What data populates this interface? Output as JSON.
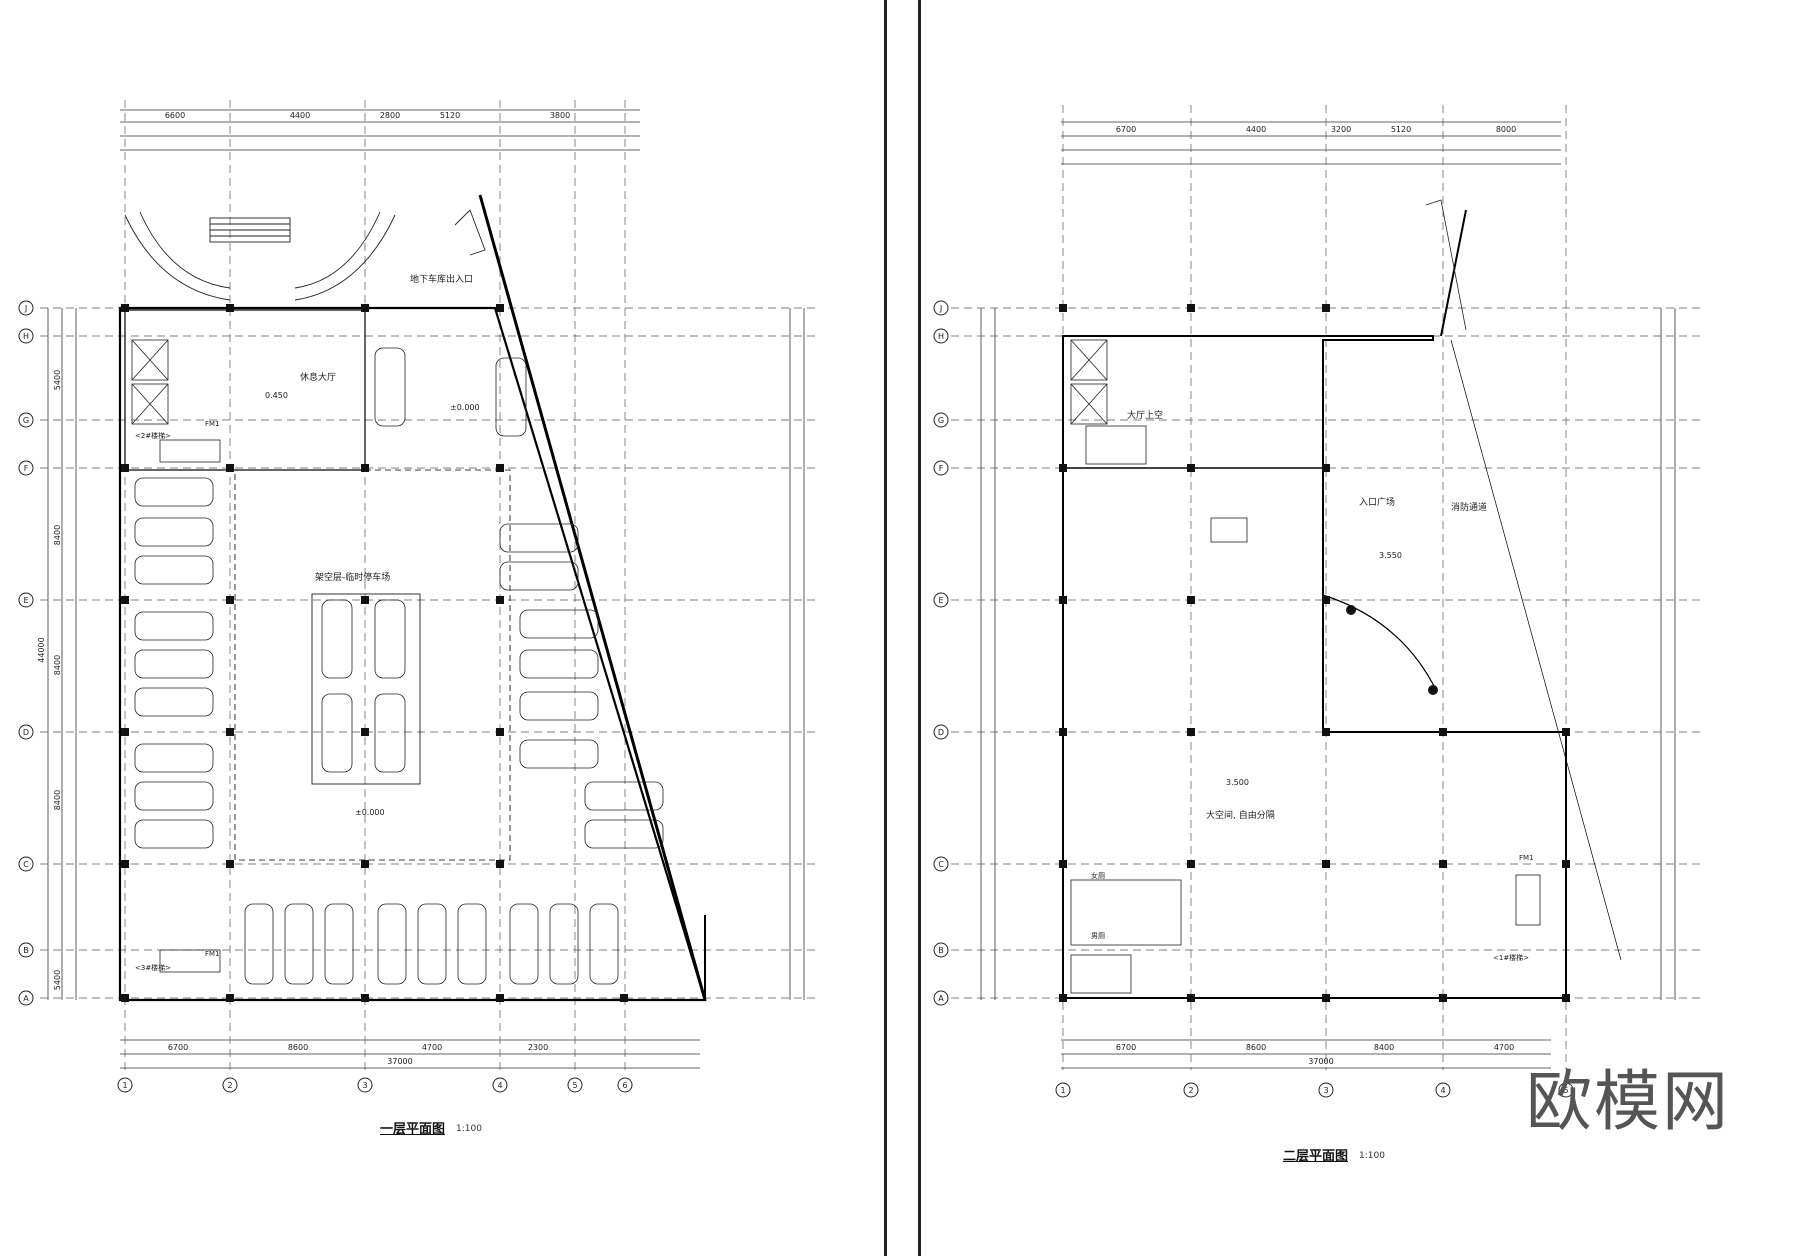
{
  "left_plan": {
    "title": "一层平面图",
    "scale": "1:100",
    "grid_x": [
      "1",
      "2",
      "3",
      "4",
      "5",
      "6"
    ],
    "grid_y": [
      "A",
      "B",
      "C",
      "D",
      "E",
      "F",
      "G",
      "H",
      "J"
    ],
    "dims_top": [
      "6600",
      "4400",
      "2800",
      "5120",
      "3800"
    ],
    "dims_bottom": [
      "6700",
      "8600",
      "4700",
      "2300",
      "37000"
    ],
    "dims_left": [
      "5400",
      "8400",
      "8400",
      "8400",
      "5400",
      "44000"
    ],
    "labels": {
      "lobby": "休息大厅",
      "parking": "架空层-临时停车场",
      "entrance": "地下车库出入口",
      "elevation_1": "±0.000",
      "elevation_2": "0.450",
      "stair_2": "<2#楼梯>",
      "stair_3": "<3#楼梯>",
      "door": "FM1"
    }
  },
  "right_plan": {
    "title": "二层平面图",
    "scale": "1:100",
    "grid_x": [
      "1",
      "2",
      "3",
      "4",
      "5"
    ],
    "grid_y": [
      "A",
      "B",
      "C",
      "D",
      "E",
      "F",
      "G",
      "H",
      "J"
    ],
    "dims_top": [
      "6700",
      "4400",
      "3200",
      "5120",
      "8000"
    ],
    "dims_bottom": [
      "6700",
      "8600",
      "8400",
      "4700",
      "37000"
    ],
    "labels": {
      "hall_top": "大厅上空",
      "plaza": "入口广场",
      "fire_road": "消防通道",
      "free_space": "大空间, 自由分隔",
      "elevation_1": "3.500",
      "elevation_2": "3.550",
      "stair_1": "<1#楼梯>",
      "door": "FM1",
      "wc_f": "女厕",
      "wc_m": "男厕"
    }
  },
  "watermark": "欧模网"
}
